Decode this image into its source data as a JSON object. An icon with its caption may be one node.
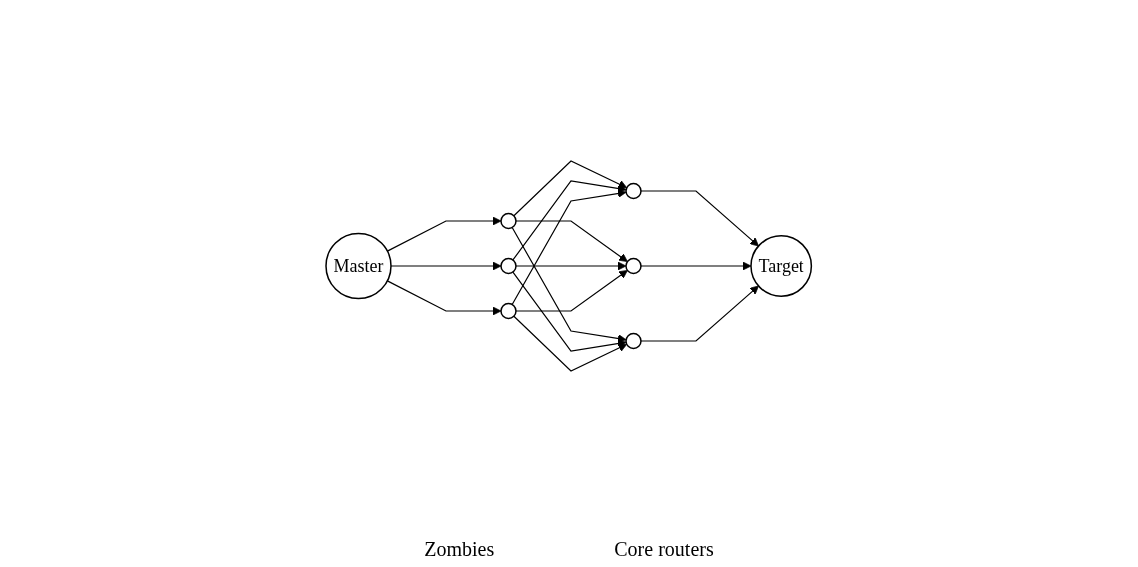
{
  "diagram": {
    "nodes": [
      {
        "text": [
          "Master"
        ]
      },
      {
        "text": [],
        "shape": "circle"
      },
      {
        "text": [],
        "shape": "circle"
      },
      {
        "text": [],
        "shape": "circle"
      },
      {
        "text": [],
        "shape": "circle"
      },
      {
        "text": [],
        "shape": "circle"
      },
      {
        "text": [],
        "shape": "circle"
      },
      {
        "text": [
          "Target"
        ]
      }
    ],
    "edges": [
      {
        "from": 0,
        "to": 1,
        "arrow": "to"
      },
      {
        "from": 0,
        "to": 2,
        "arrow": "to"
      },
      {
        "from": 0,
        "to": 3,
        "arrow": "to"
      },
      {
        "from": 1,
        "to": 4,
        "arrow": "to"
      },
      {
        "from": 1,
        "to": 5,
        "arrow": "to"
      },
      {
        "from": 1,
        "to": 6,
        "arrow": "to"
      },
      {
        "from": 2,
        "to": 4,
        "arrow": "to"
      },
      {
        "from": 2,
        "to": 5,
        "arrow": "to"
      },
      {
        "from": 2,
        "to": 6,
        "arrow": "to"
      },
      {
        "from": 3,
        "to": 4,
        "arrow": "to"
      },
      {
        "from": 3,
        "to": 5,
        "arrow": "to"
      },
      {
        "from": 3,
        "to": 6,
        "arrow": "to"
      },
      {
        "from": 4,
        "to": 7,
        "arrow": "to"
      },
      {
        "from": 5,
        "to": 7,
        "arrow": "to"
      },
      {
        "from": 6,
        "to": 7,
        "arrow": "to"
      }
    ],
    "labels": [
      "Zombies",
      "Core routers"
    ]
  }
}
